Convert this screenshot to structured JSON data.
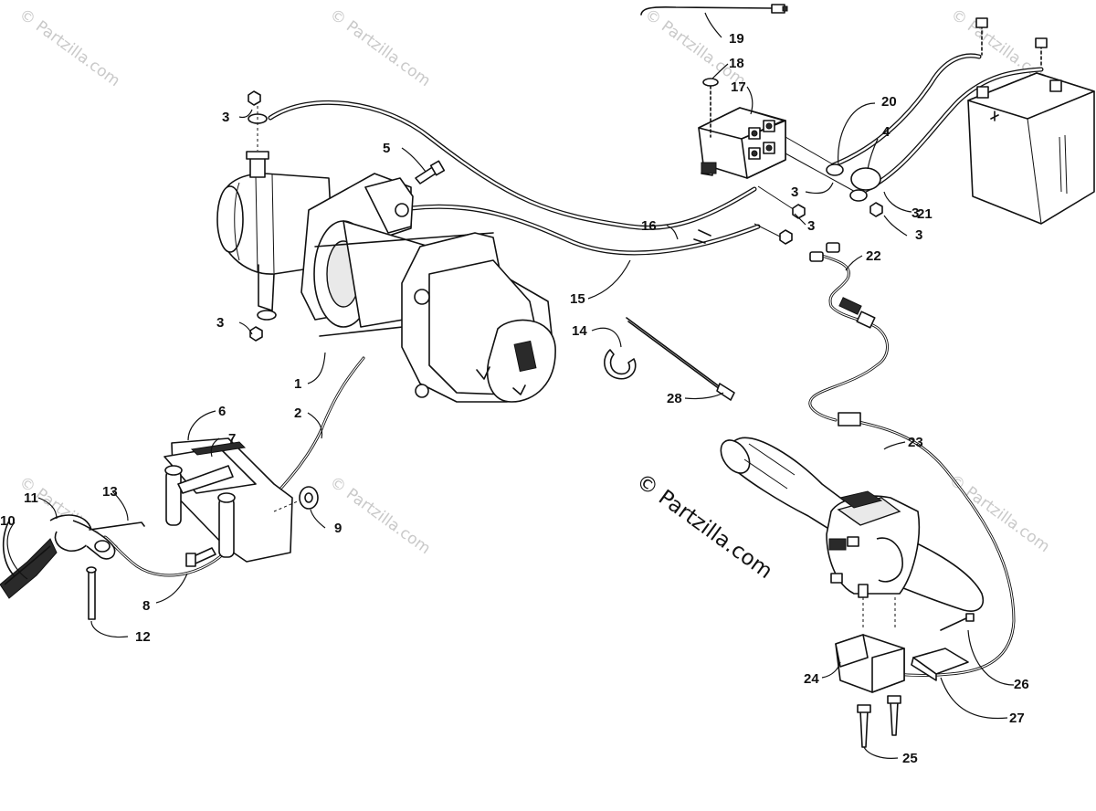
{
  "callouts": [
    {
      "label": "1"
    },
    {
      "label": "2"
    },
    {
      "label": "3"
    },
    {
      "label": "3"
    },
    {
      "label": "3"
    },
    {
      "label": "3"
    },
    {
      "label": "3"
    },
    {
      "label": "3"
    },
    {
      "label": "4"
    },
    {
      "label": "5"
    },
    {
      "label": "6"
    },
    {
      "label": "7"
    },
    {
      "label": "8"
    },
    {
      "label": "9"
    },
    {
      "label": "10"
    },
    {
      "label": "11"
    },
    {
      "label": "12"
    },
    {
      "label": "13"
    },
    {
      "label": "14"
    },
    {
      "label": "15"
    },
    {
      "label": "16"
    },
    {
      "label": "17"
    },
    {
      "label": "18"
    },
    {
      "label": "19"
    },
    {
      "label": "20"
    },
    {
      "label": "21"
    },
    {
      "label": "22"
    },
    {
      "label": "23"
    },
    {
      "label": "24"
    },
    {
      "label": "25"
    },
    {
      "label": "26"
    },
    {
      "label": "27"
    },
    {
      "label": "28"
    }
  ],
  "watermark": {
    "corner_text": "© Partzilla.com",
    "center_text": "© Partzilla.com"
  }
}
